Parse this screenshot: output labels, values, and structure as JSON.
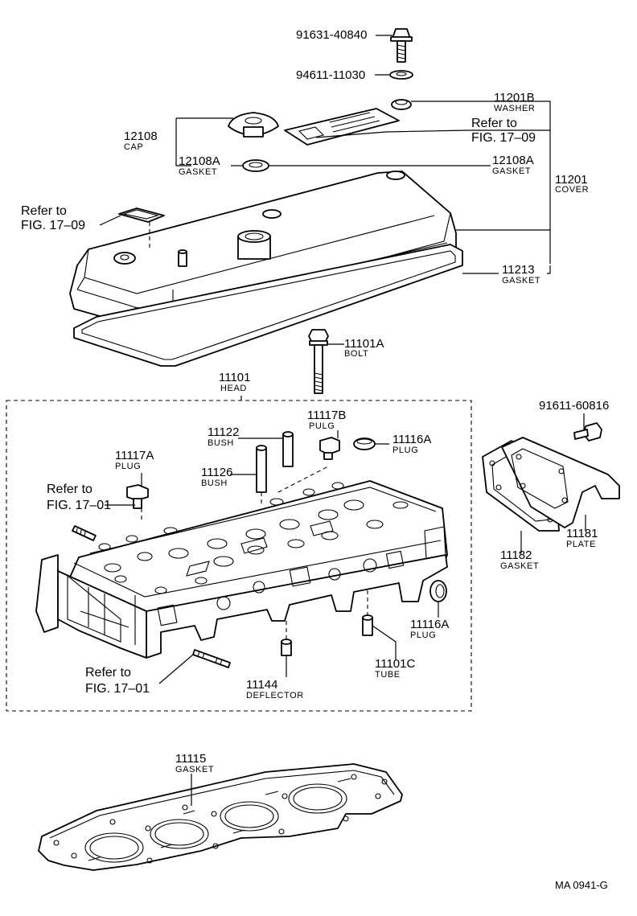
{
  "parts": [
    {
      "id": "p_91631",
      "number": "91631-40840",
      "name": ""
    },
    {
      "id": "p_94611",
      "number": "94611-11030",
      "name": ""
    },
    {
      "id": "p_11201b",
      "number": "11201B",
      "name": "WASHER"
    },
    {
      "id": "p_12108",
      "number": "12108",
      "name": "CAP"
    },
    {
      "id": "p_12108a_l",
      "number": "12108A",
      "name": "GASKET"
    },
    {
      "id": "p_12108a_r",
      "number": "12108A",
      "name": "GASKET"
    },
    {
      "id": "p_11201",
      "number": "11201",
      "name": "COVER"
    },
    {
      "id": "p_11213",
      "number": "11213",
      "name": "GASKET"
    },
    {
      "id": "p_11101a",
      "number": "11101A",
      "name": "BOLT"
    },
    {
      "id": "p_11101",
      "number": "11101",
      "name": "HEAD"
    },
    {
      "id": "p_11122",
      "number": "11122",
      "name": "BUSH"
    },
    {
      "id": "p_11117b",
      "number": "11117B",
      "name": "PULG"
    },
    {
      "id": "p_11116a_t",
      "number": "11116A",
      "name": "PLUG"
    },
    {
      "id": "p_11117a",
      "number": "11117A",
      "name": "PLUG"
    },
    {
      "id": "p_11126",
      "number": "11126",
      "name": "BUSH"
    },
    {
      "id": "p_11116a_b",
      "number": "11116A",
      "name": "PLUG"
    },
    {
      "id": "p_11101c",
      "number": "11101C",
      "name": "TUBE"
    },
    {
      "id": "p_11144",
      "number": "11144",
      "name": "DEFLECTOR"
    },
    {
      "id": "p_91611",
      "number": "91611-60816",
      "name": ""
    },
    {
      "id": "p_11181",
      "number": "11181",
      "name": "PLATE"
    },
    {
      "id": "p_11182",
      "number": "11182",
      "name": "GASKET"
    },
    {
      "id": "p_11115",
      "number": "11115",
      "name": "GASKET"
    }
  ],
  "references": {
    "ref_a_l1": "Refer to",
    "ref_a_l2": "FIG. 17–09",
    "ref_b_l1": "Refer to",
    "ref_b_l2": "FIG. 17–09",
    "ref_c_l1": "Refer to",
    "ref_c_l2": "FIG. 17–01",
    "ref_d_l1": "Refer to",
    "ref_d_l2": "FIG. 17–01"
  },
  "figure_code": "MA 0941-G"
}
